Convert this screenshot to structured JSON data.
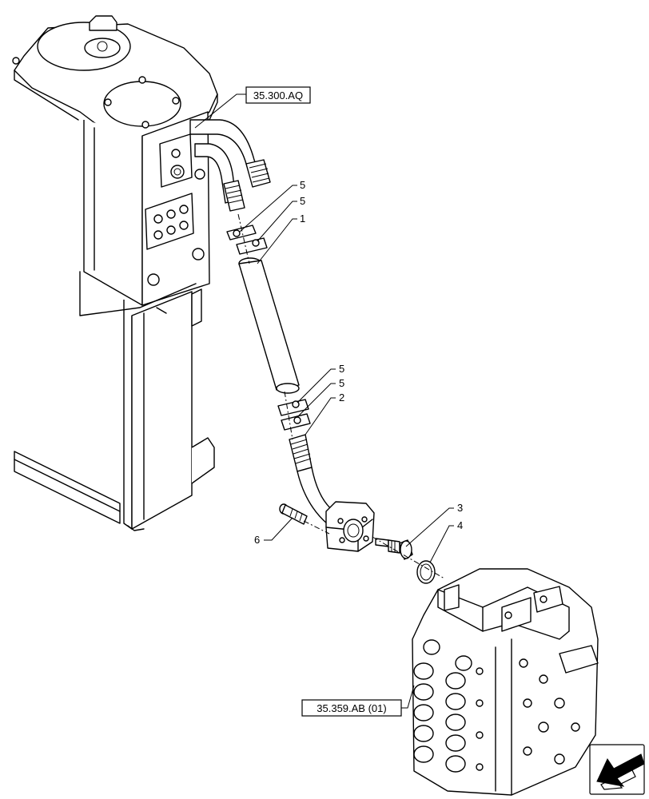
{
  "references": {
    "top": "35.300.AQ",
    "bottom": "35.359.AB (01)"
  },
  "callouts": {
    "c1": "1",
    "c2": "2",
    "c3": "3",
    "c4": "4",
    "c5a": "5",
    "c5b": "5",
    "c5c": "5",
    "c5d": "5",
    "c6": "6"
  },
  "icons": {
    "navigation": "arrow-icon"
  }
}
